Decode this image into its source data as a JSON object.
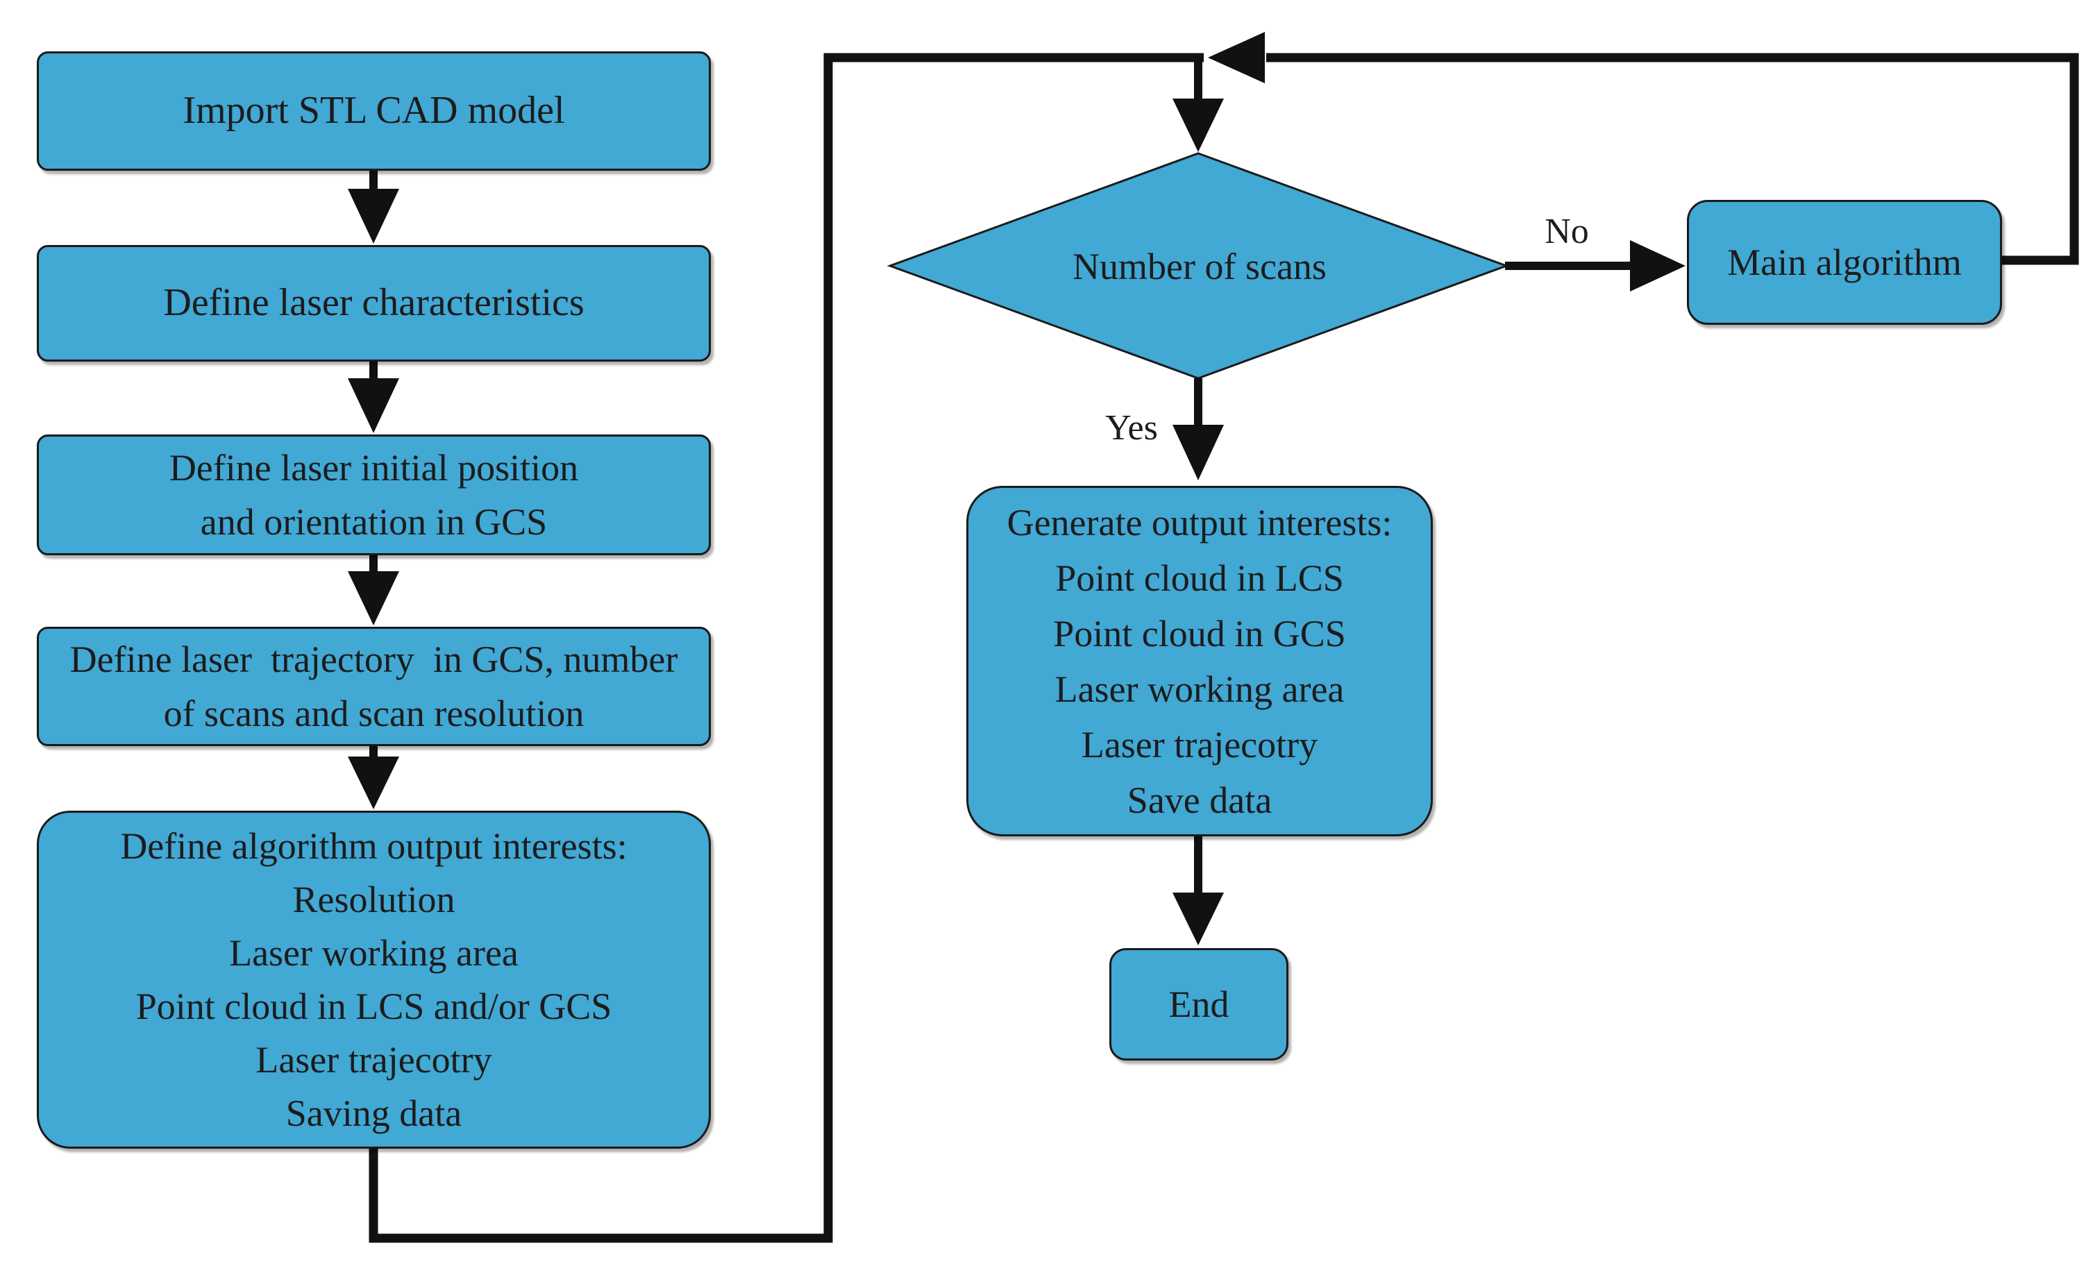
{
  "colors": {
    "background": "#ffffff",
    "node_fill": "#42a8d4",
    "node_stroke": "#1a1a1a",
    "connector": "#111111",
    "text": "#1c1c1c"
  },
  "nodes": {
    "import_stl": {
      "label": "Import STL CAD model"
    },
    "laser_characteristics": {
      "label": "Define laser characteristics"
    },
    "initial_position": {
      "label": "Define laser initial position\nand orientation in GCS"
    },
    "trajectory": {
      "label": "Define laser  trajectory  in GCS, number\nof scans and scan resolution"
    },
    "algorithm_outputs": {
      "label": "Define algorithm output interests:\nResolution\nLaser working area\nPoint cloud in LCS and/or GCS\nLaser trajecotry\nSaving data"
    },
    "number_of_scans": {
      "label": "Number of scans"
    },
    "main_algorithm": {
      "label": "Main algorithm"
    },
    "generate_outputs": {
      "label": "Generate output interests:\nPoint cloud in LCS\nPoint cloud in GCS\nLaser working area\nLaser trajecotry\nSave data"
    },
    "end": {
      "label": "End"
    }
  },
  "edge_labels": {
    "yes": "Yes",
    "no": "No"
  }
}
